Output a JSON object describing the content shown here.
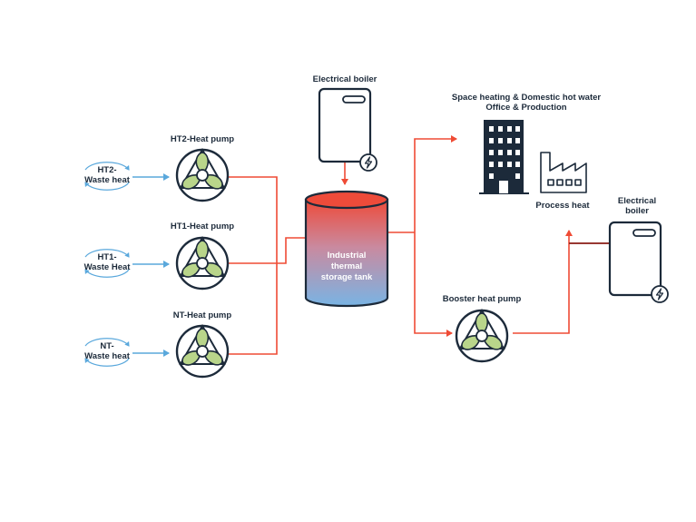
{
  "labels": {
    "electrical_boiler_top": "Electrical boiler",
    "ht2_pump": "HT2-Heat pump",
    "ht1_pump": "HT1-Heat pump",
    "nt_pump": "NT-Heat pump",
    "ht2_waste_1": "HT2-",
    "ht2_waste_2": "Waste heat",
    "ht1_waste_1": "HT1-",
    "ht1_waste_2": "Waste Heat",
    "nt_waste_1": "NT-",
    "nt_waste_2": "Waste heat",
    "tank_1": "Industrial",
    "tank_2": "thermal",
    "tank_3": "storage tank",
    "space_heating_1": "Space heating & Domestic hot water",
    "space_heating_2": "Office & Production",
    "process_heat": "Process heat",
    "electrical_boiler_right_1": "Electrical",
    "electrical_boiler_right_2": "boiler",
    "booster_pump": "Booster heat pump"
  },
  "icons": [
    "pump-fan-icon",
    "boiler-icon",
    "lightning-icon",
    "office-building-icon",
    "factory-icon",
    "waste-heat-cycle-icon"
  ],
  "colors": {
    "hot_pipe": "#ef4b35",
    "dark_pipe": "#8a1c14",
    "cold_arrow": "#5aa8dc",
    "outline": "#1c2a3a",
    "blade": "#b9d58a",
    "tank_top": "#ee4b3a",
    "tank_bottom": "#79b4e4"
  }
}
